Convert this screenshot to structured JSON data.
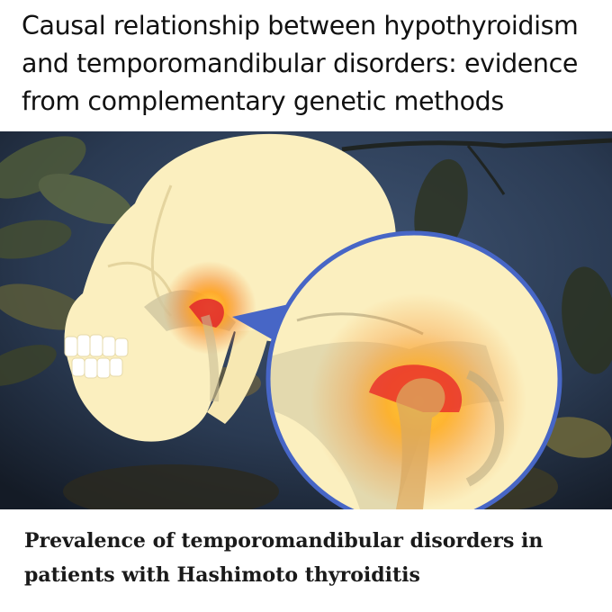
{
  "top_heading": {
    "lines": [
      "Causal relationship between hypothyroidism",
      "and temporomandibular disorders: evidence",
      "from complementary genetic methods"
    ]
  },
  "bottom_heading": {
    "lines": [
      "Prevalence of temporomandibular disorders in",
      "patients with Hashimoto thyroiditis"
    ]
  },
  "colors": {
    "skull": "#fbefbf",
    "inflammation": "#e8262a",
    "joint_glow": "#ffb020",
    "magnifier_ring": "#4766c6",
    "background_sky": "#2c3e58"
  },
  "icons": {
    "illustration": "skull-tmj-icon",
    "magnifier": "magnifier-circle-icon"
  }
}
